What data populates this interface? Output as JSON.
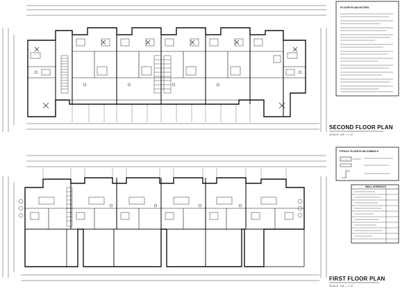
{
  "sheet": {
    "second_floor": {
      "title": "SECOND FLOOR PLAN",
      "scale": "SCALE: 1/8\" = 1'-0\""
    },
    "first_floor": {
      "title": "FIRST FLOOR PLAN",
      "scale": "SCALE: 1/8\" = 1'-0\""
    },
    "notes_panel": {
      "heading": "FLOOR PLAN NOTES:"
    },
    "symbols_panel": {
      "heading": "TYPICAL FLOOR PLAN SYMBOLS"
    },
    "schedule_panel": {
      "heading": "WALL SCHEDULE"
    }
  },
  "colors": {
    "ink": "#111111",
    "paper": "#ffffff",
    "hatch": "#555555"
  }
}
